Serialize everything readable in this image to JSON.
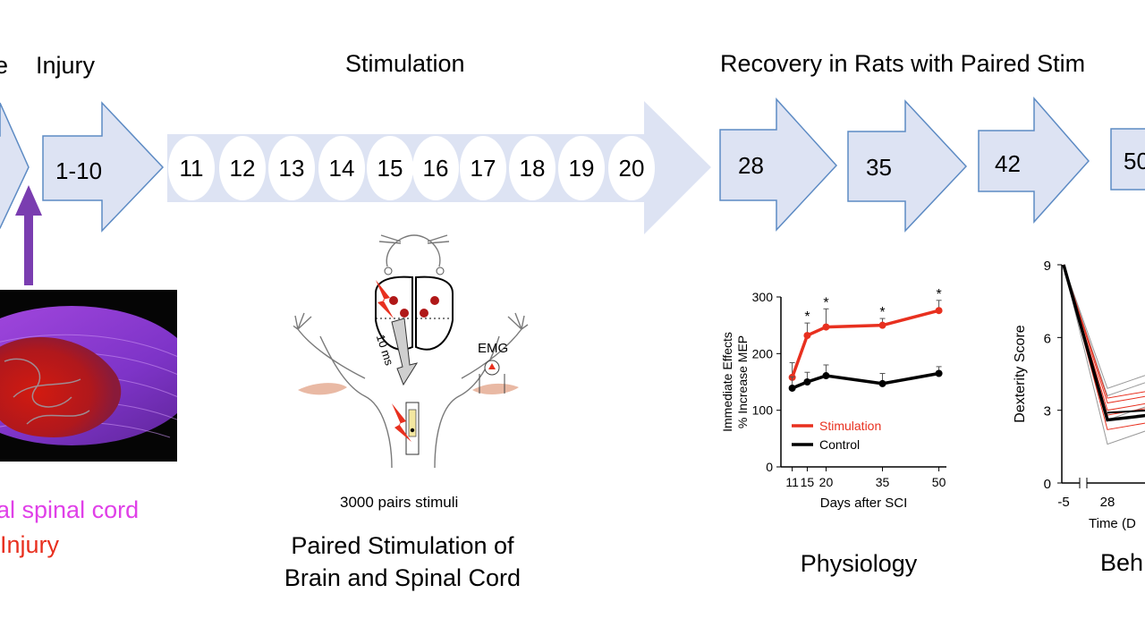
{
  "headers": {
    "partial_left": "e",
    "injury": "Injury",
    "stimulation": "Stimulation",
    "recovery": "Recovery in Rats with Paired Stim"
  },
  "arrows": {
    "injury_label": "1-10",
    "stim_days": [
      "11",
      "12",
      "13",
      "14",
      "15",
      "16",
      "17",
      "18",
      "19",
      "20"
    ],
    "recovery_days": [
      "28",
      "35",
      "42",
      "50"
    ]
  },
  "spinal": {
    "label_line1": "al spinal cord",
    "label_line2": "Injury"
  },
  "rat": {
    "emg_label": "EMG",
    "delay_label": "10 ms",
    "pairs_label": "3000 pairs stimuli",
    "caption_line1": "Paired Stimulation of",
    "caption_line2": "Brain and Spinal Cord"
  },
  "physiology": {
    "caption": "Physiology",
    "chart_data": {
      "type": "line",
      "xlabel": "Days after SCI",
      "ylabel_line1": "Immediate Effects",
      "ylabel_line2": "% Increase MEP",
      "x": [
        11,
        15,
        20,
        35,
        50
      ],
      "x_tick_labels": [
        "11",
        "15",
        "20",
        "35",
        "50"
      ],
      "ylim": [
        0,
        300
      ],
      "y_ticks": [
        0,
        100,
        200,
        300
      ],
      "series": [
        {
          "name": "Stimulation",
          "color": "#e8301f",
          "values": [
            158,
            232,
            247,
            250,
            276
          ],
          "errors": [
            26,
            22,
            32,
            12,
            18
          ],
          "significant": [
            false,
            true,
            true,
            true,
            true
          ]
        },
        {
          "name": "Control",
          "color": "#000000",
          "values": [
            139,
            150,
            161,
            147,
            165
          ],
          "errors": [
            20,
            17,
            19,
            18,
            12
          ],
          "significant": [
            false,
            false,
            false,
            false,
            false
          ]
        }
      ],
      "significance_marker": "*"
    }
  },
  "behavior": {
    "caption": "Beh",
    "chart_data": {
      "type": "line",
      "ylabel": "Dexterity Score",
      "xlabel": "Time (D",
      "x_tick_labels": [
        "-5",
        "28"
      ],
      "y_ticks": [
        0,
        3,
        6,
        9
      ],
      "ylim": [
        0,
        9
      ],
      "mean_series_color": "#000000",
      "stim_color": "#e8301f",
      "control_color": "#999999"
    }
  }
}
